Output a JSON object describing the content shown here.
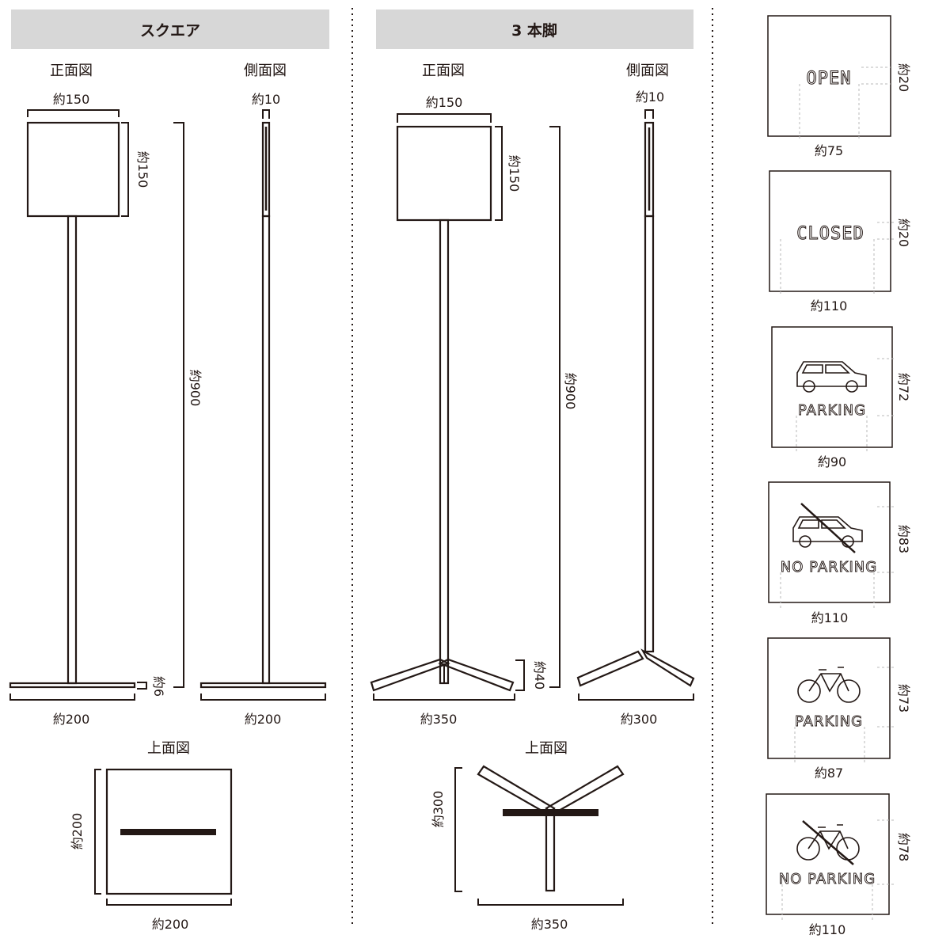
{
  "sections": {
    "square": {
      "title": "スクエア"
    },
    "tripod": {
      "title": "3 本脚"
    }
  },
  "views": {
    "front": "正面図",
    "side": "側面図",
    "top": "上面図"
  },
  "square_dims": {
    "front_width": "約150",
    "panel_height": "約150",
    "total_height": "約900",
    "base_thickness": "約6",
    "front_base": "約200",
    "side_depth": "約10",
    "side_base": "約200",
    "top_depth": "約200",
    "top_width": "約200"
  },
  "tripod_dims": {
    "front_width": "約150",
    "panel_height": "約150",
    "total_height": "約900",
    "leg_height": "約40",
    "front_base": "約350",
    "side_depth": "約10",
    "side_base": "約300",
    "top_depth": "約300",
    "top_width": "約350"
  },
  "signs": [
    {
      "text": "OPEN",
      "icon": "none",
      "height_dim": "約20",
      "width_dim": "約75"
    },
    {
      "text": "CLOSED",
      "icon": "none",
      "height_dim": "約20",
      "width_dim": "約110"
    },
    {
      "text": "PARKING",
      "icon": "car-icon",
      "height_dim": "約72",
      "width_dim": "約90"
    },
    {
      "text": "NO PARKING",
      "icon": "no-car-icon",
      "height_dim": "約83",
      "width_dim": "約110"
    },
    {
      "text": "PARKING",
      "icon": "bicycle-icon",
      "height_dim": "約73",
      "width_dim": "約87"
    },
    {
      "text": "NO PARKING",
      "icon": "no-bicycle-icon",
      "height_dim": "約78",
      "width_dim": "約110"
    }
  ],
  "colors": {
    "line": "#231815",
    "header_bg": "#d7d7d7",
    "guide": "#b9b9b9"
  }
}
